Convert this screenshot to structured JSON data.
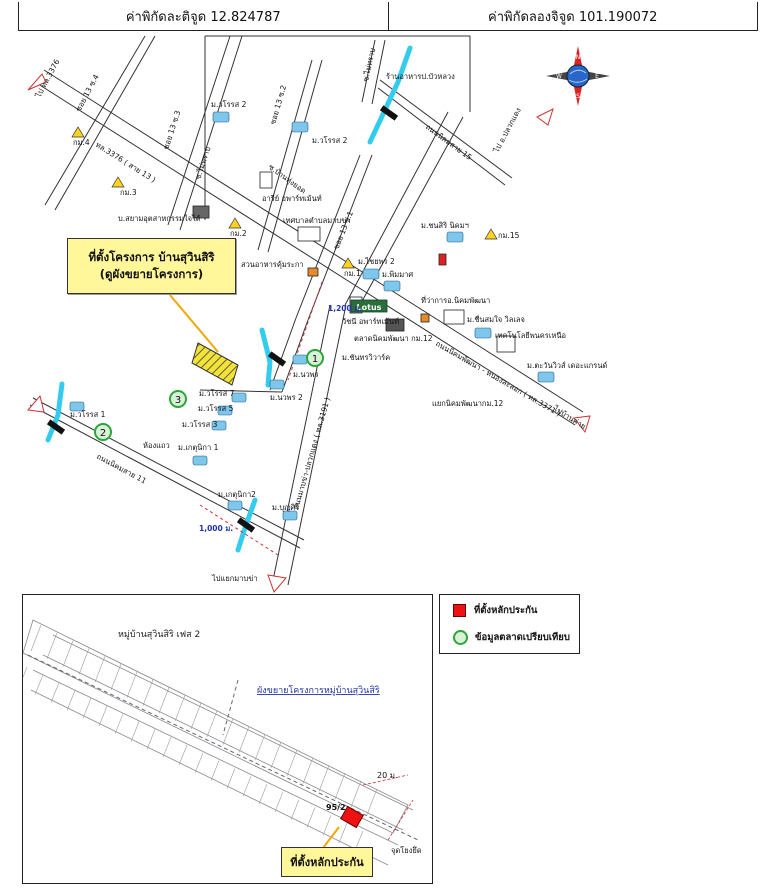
{
  "header": {
    "latitude_text": "ค่าพิกัดละติจูด 12.824787",
    "longitude_text": "ค่าพิกัดลองจิจูด 101.190072"
  },
  "compass": {
    "n": "N",
    "s": "S",
    "e": "E",
    "w": "W"
  },
  "colors": {
    "water": "#33ccee",
    "highlight": "#fff799",
    "marker": "#e11111",
    "green": "#2fa43a"
  },
  "labels": {
    "to_3376": "ไป ทล.3376",
    "soi_13_4": "ซอย 13 ซ.4",
    "soi_13_3": "ซอย 13 ซ.3",
    "soi_13_2": "ซอย 13 ซ.2",
    "soi_13_1": "ซอย 13 ซ.1",
    "cross_phim": "ซ.ไม่ทราบ",
    "restaurant_bua": "ร้านอาหารป.บัวหลวง",
    "soi_nikom_15": "ถนนนิคมสาย 15",
    "to_pluak_daeng": "ไป อ.ปลวกแดง",
    "road_3376_13": "ทล.3376 ( สาย 13 )",
    "km4": "กม.4",
    "km3": "กม.3",
    "km2": "กม.2",
    "km1": "กม.1",
    "km15": "กม.15",
    "m_warasiri2_a": "ม.วโรรส 2",
    "m_warasiri2_b": "ม.วโรรส 2",
    "soi_ban_thung": "ซ.บ้านทุ่งยอด",
    "ari_apartment": "อารีย์ อพาร์ทเม้นท์",
    "b_sayam": "บ.สยามอุตสาหกรรมใจได้",
    "tessaban": "เทศบาลตำบลมาบข่า",
    "m_chonsiri": "ม.ชนสิริ นิคมฯ",
    "suan_ahan": "สวนอาหารคุ้มระกา",
    "m_chaiyaporn2": "ม.ไชยพร 2",
    "m_phimanat": "ม.พิมมาศ",
    "lotus": "Lotus",
    "rotchanee": "วัชนี อพาร์ทเม้นท์",
    "talad_nikom": "ตลาดนิคมพัฒนา กม.12",
    "office_nikom": "ที่ว่าการอ.นิคมพัฒนา",
    "m_chuensombat": "ม.ชื่นสมใจ วิลเลจ",
    "technology": "เทคโนโลยีพนครเหนือ",
    "road_nikom_nongrakhon": "ถนนนิคมพัฒนา - หนองละลอก ( ทล.3371 )",
    "m_chanchan": "ม.ชันทรวิวาร์ค",
    "m_daruan": "ม.ตะวันวิวส์ เดอะแกรนด์",
    "to_ban_khai": "ไปบ้านค่าย",
    "yaek_nikom12": "แยกนิคมพัฒนากม.12",
    "project_site_line1": "ที่ตั้งโครงการ บ้านสุวินสิริ",
    "project_site_line2": "(ดูผังขยายโครงการ)",
    "dist_1200": "1,200 ม.",
    "m_nawaporn": "ม.นวพร",
    "m_nawaporn2": "ม.นวพร 2",
    "m_warasiri7": "ม.วโรรส 7",
    "m_warasiri5": "ม.วโรรส 5",
    "m_warasiri3": "ม.วโรรส 3",
    "m_warasiri1": "ม.วโรรส 1",
    "hongtaew": "ห้องแถว",
    "m_katunika1": "ม.เกตุนิกา 1",
    "soi_nikom_11": "ถนนนิคมสาย 11",
    "road_pluak_daeng": "ถนนมาบข่า-ปลวกแดง ( ทล.3191 )",
    "m_katunika2": "ม.เกตุนิกา2",
    "m_boonsiri": "ม.บุญศิริ",
    "dist_1000": "1,000 ม.",
    "to_mabkha": "ไปแยกมาบข่า",
    "num1": "1",
    "num2": "2",
    "num3": "3"
  },
  "inset": {
    "village_title": "หมู่บ้านสุวินสิริ เฟส 2",
    "expand_title": "ผังขยายโครงการหมู่บ้านสุวินสิริ",
    "plot_no": "95/2",
    "dist_20": "20 ม.",
    "road_side": "จุดโยงยึด",
    "callout": "ที่ตั้งหลักประกัน"
  },
  "legend": {
    "item1": "ที่ตั้งหลักประกัน",
    "item2": "ข้อมูลตลาดเปรียบเทียบ"
  }
}
